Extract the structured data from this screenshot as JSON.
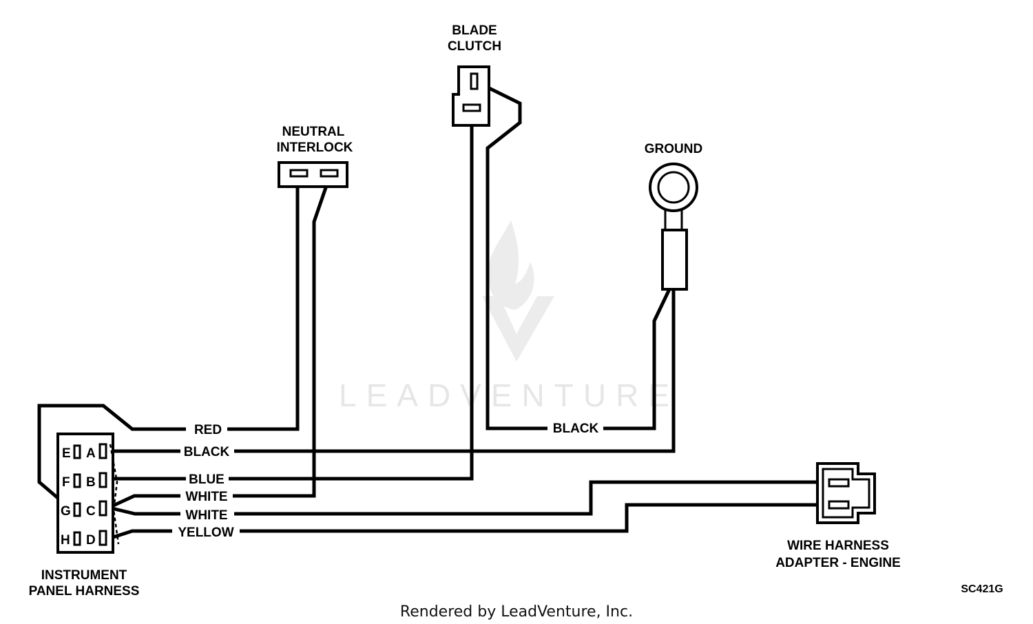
{
  "components": {
    "blade_clutch": [
      "BLADE",
      "CLUTCH"
    ],
    "neutral_interlock": [
      "NEUTRAL",
      "INTERLOCK"
    ],
    "ground": "GROUND",
    "instrument_panel_harness": [
      "INSTRUMENT",
      "PANEL HARNESS"
    ],
    "wire_harness_adapter": [
      "WIRE HARNESS",
      "ADAPTER - ENGINE"
    ]
  },
  "pins": {
    "left": [
      "E",
      "F",
      "G",
      "H"
    ],
    "right": [
      "A",
      "B",
      "C",
      "D"
    ]
  },
  "wires": {
    "red": "RED",
    "black_ground": "BLACK",
    "black_a": "BLACK",
    "blue": "BLUE",
    "white_1": "WHITE",
    "white_2": "WHITE",
    "yellow": "YELLOW"
  },
  "diagram_code": "SC421G",
  "watermark": "LEADVENTURE",
  "footer": "Rendered by LeadVenture, Inc."
}
